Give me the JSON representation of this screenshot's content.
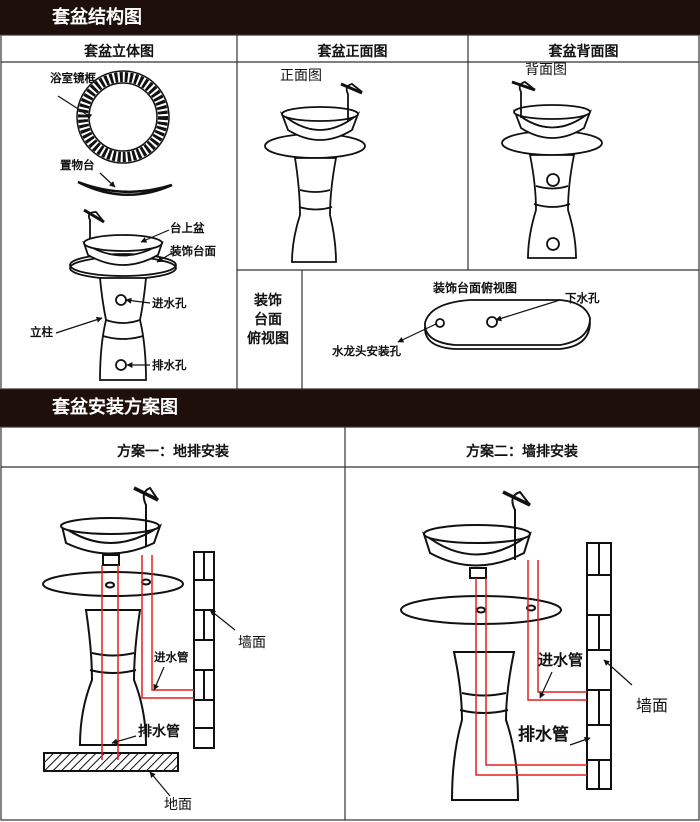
{
  "section1": {
    "title": "套盆结构图",
    "headers": [
      "套盆立体图",
      "套盆正面图",
      "套盆背面图"
    ],
    "iso_labels": {
      "mirror": "浴室镜框",
      "shelf": "置物台",
      "basin": "台上盆",
      "countertop": "装饰台面",
      "inlet": "进水孔",
      "column": "立柱",
      "drain": "排水孔"
    },
    "front_label": "正面图",
    "back_label": "背面图",
    "top_view": {
      "side_label": [
        "装饰",
        "台面",
        "俯视图"
      ],
      "title": "装饰台面俯视图",
      "drain_hole": "下水孔",
      "faucet_hole": "水龙头安装孔"
    }
  },
  "section2": {
    "title": "套盆安装方案图",
    "plan1": {
      "title": "方案一：地排安装",
      "inlet_pipe": "进水管",
      "wall": "墙面",
      "drain_pipe": "排水管",
      "floor": "地面"
    },
    "plan2": {
      "title": "方案二：墙排安装",
      "inlet_pipe": "进水管",
      "wall": "墙面",
      "drain_pipe": "排水管"
    }
  },
  "colors": {
    "banner": "#1e0f0a",
    "pipe": "#e02020",
    "line": "#000000"
  }
}
